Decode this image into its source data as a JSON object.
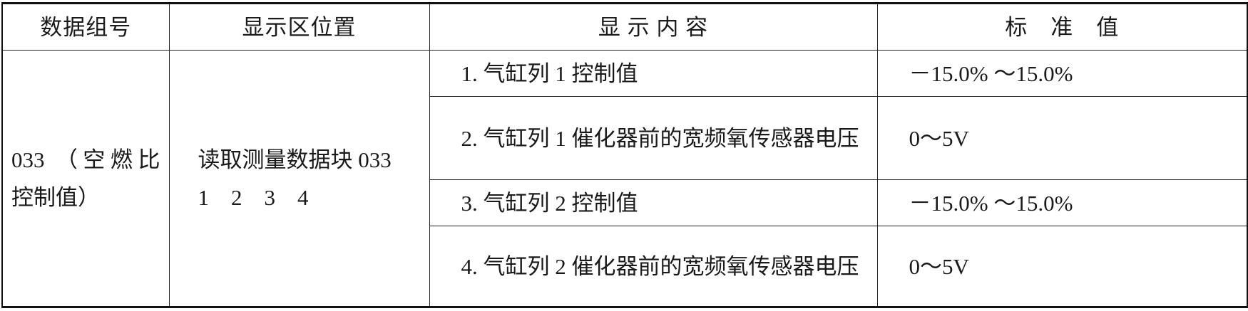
{
  "table": {
    "headers": [
      "数据组号",
      "显示区位置",
      "显 示 内 容",
      "标　准　值"
    ],
    "group": "033 （空燃比控制值）",
    "location_line1": "读取测量数据块 033",
    "location_line2": "1　2　3　4",
    "rows": [
      {
        "content": "1. 气缸列 1 控制值",
        "standard": "－15.0% ～15.0%"
      },
      {
        "content": "2. 气缸列 1 催化器前的宽频氧传感器电压",
        "standard": "0～5V"
      },
      {
        "content": "3. 气缸列 2 控制值",
        "standard": "－15.0% ～15.0%"
      },
      {
        "content": "4. 气缸列 2 催化器前的宽频氧传感器电压",
        "standard": "0～5V"
      }
    ]
  }
}
